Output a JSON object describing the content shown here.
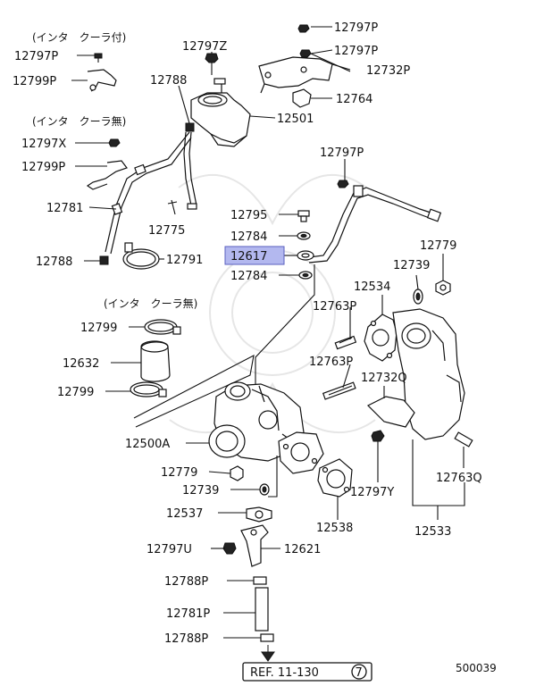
{
  "notes": {
    "with_intercooler": "(インタ　クーラ付)",
    "without_intercooler_1": "(インタ　クーラ無)",
    "without_intercooler_2": "(インタ　クーラ無)"
  },
  "labels": {
    "l12797P_a": "12797P",
    "l12799P_a": "12799P",
    "l12797Z": "12797Z",
    "l12788_a": "12788",
    "l12797P_b": "12797P",
    "l12797P_c": "12797P",
    "l12732P": "12732P",
    "l12764": "12764",
    "l12501": "12501",
    "l12797X": "12797X",
    "l12799P_b": "12799P",
    "l12781": "12781",
    "l12775": "12775",
    "l12788_b": "12788",
    "l12791": "12791",
    "l12797P_d": "12797P",
    "l12795": "12795",
    "l12784_a": "12784",
    "l12617": "12617",
    "l12784_b": "12784",
    "l12779_a": "12779",
    "l12739_a": "12739",
    "l12534": "12534",
    "l12763P_a": "12763P",
    "l12763P_b": "12763P",
    "l12732Q": "12732Q",
    "l12799_a": "12799",
    "l12632": "12632",
    "l12799_b": "12799",
    "l12500A": "12500A",
    "l12779_b": "12779",
    "l12739_b": "12739",
    "l12537": "12537",
    "l12538": "12538",
    "l12797Y": "12797Y",
    "l12763Q": "12763Q",
    "l12533": "12533",
    "l12797U": "12797U",
    "l12621": "12621",
    "l12788P_a": "12788P",
    "l12781P": "12781P",
    "l12788P_b": "12788P"
  },
  "ref": {
    "text": "REF. 11-130",
    "circled": "7"
  },
  "figure_number": "500039",
  "colors": {
    "highlight_fill": "#b3b8ef",
    "highlight_stroke": "#5a5fbf",
    "ink": "#111111"
  }
}
